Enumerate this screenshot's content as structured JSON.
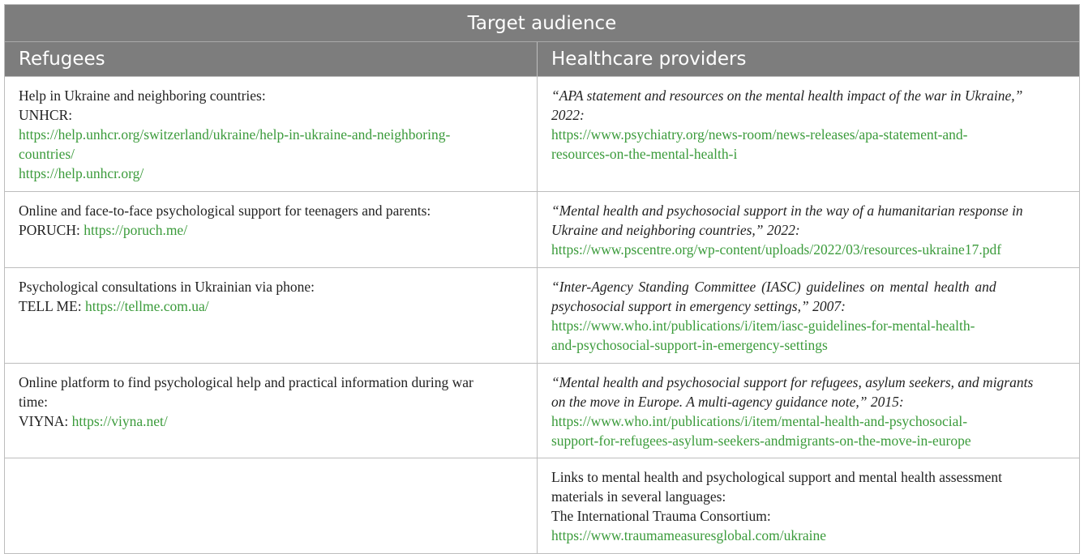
{
  "table": {
    "title": "Target audience",
    "columns": [
      "Refugees",
      "Healthcare providers"
    ],
    "rows": [
      {
        "refugees": {
          "line1": "Help in Ukraine and neighboring countries:",
          "line2": "UNHCR:",
          "link1a": "https://help.unhcr.org/switzerland/ukraine/help-in-ukraine-and-neighboring-",
          "link1b": "countries/",
          "link2": "https://help.unhcr.org/"
        },
        "providers": {
          "title1": "“APA statement and resources on the mental health impact of the war in Ukraine,”",
          "title2": "2022:",
          "link1": "https://www.psychiatry.org/news-room/news-releases/apa-statement-and-",
          "link2": "resources-on-the-mental-health-i"
        }
      },
      {
        "refugees": {
          "line1": "Online and face-to-face psychological support for teenagers and parents:",
          "prefix": "PORUCH: ",
          "link": "https://poruch.me/"
        },
        "providers": {
          "title1": "“Mental health and psychosocial support in the way of a humanitarian response in",
          "title2": "Ukraine and neighboring countries,” 2022:",
          "link": "https://www.pscentre.org/wp-content/uploads/2022/03/resources-ukraine17.pdf"
        }
      },
      {
        "refugees": {
          "line1": "Psychological consultations in Ukrainian via phone:",
          "prefix": "TELL ME: ",
          "link": "https://tellme.com.ua/"
        },
        "providers": {
          "title1": "“Inter-Agency Standing Committee (IASC) guidelines on mental health and",
          "title2": "psychosocial support in emergency settings,” 2007:",
          "link1": "https://www.who.int/publications/i/item/iasc-guidelines-for-mental-health-",
          "link2": "and-psychosocial-support-in-emergency-settings"
        }
      },
      {
        "refugees": {
          "line1": "Online platform to find psychological help and practical information during war",
          "line2": "time:",
          "prefix": "VIYNA: ",
          "link": "https://viyna.net/"
        },
        "providers": {
          "title1": "“Mental health and psychosocial support for refugees, asylum seekers, and migrants",
          "title2": "on the move in Europe. A multi-agency guidance note,” 2015:",
          "link1": "https://www.who.int/publications/i/item/mental-health-and-psychosocial-",
          "link2": "support-for-refugees-asylum-seekers-andmigrants-on-the-move-in-europe"
        }
      },
      {
        "refugees": {},
        "providers": {
          "line1": "Links to mental health and psychological support and mental health assessment",
          "line2": "materials in several languages:",
          "line3": "The International Trauma Consortium:",
          "link": "https://www.traumameasuresglobal.com/ukraine"
        }
      }
    ]
  },
  "colors": {
    "header_bg": "#7d7d7d",
    "link": "#3b9b3b",
    "border": "#bdbdbd"
  }
}
